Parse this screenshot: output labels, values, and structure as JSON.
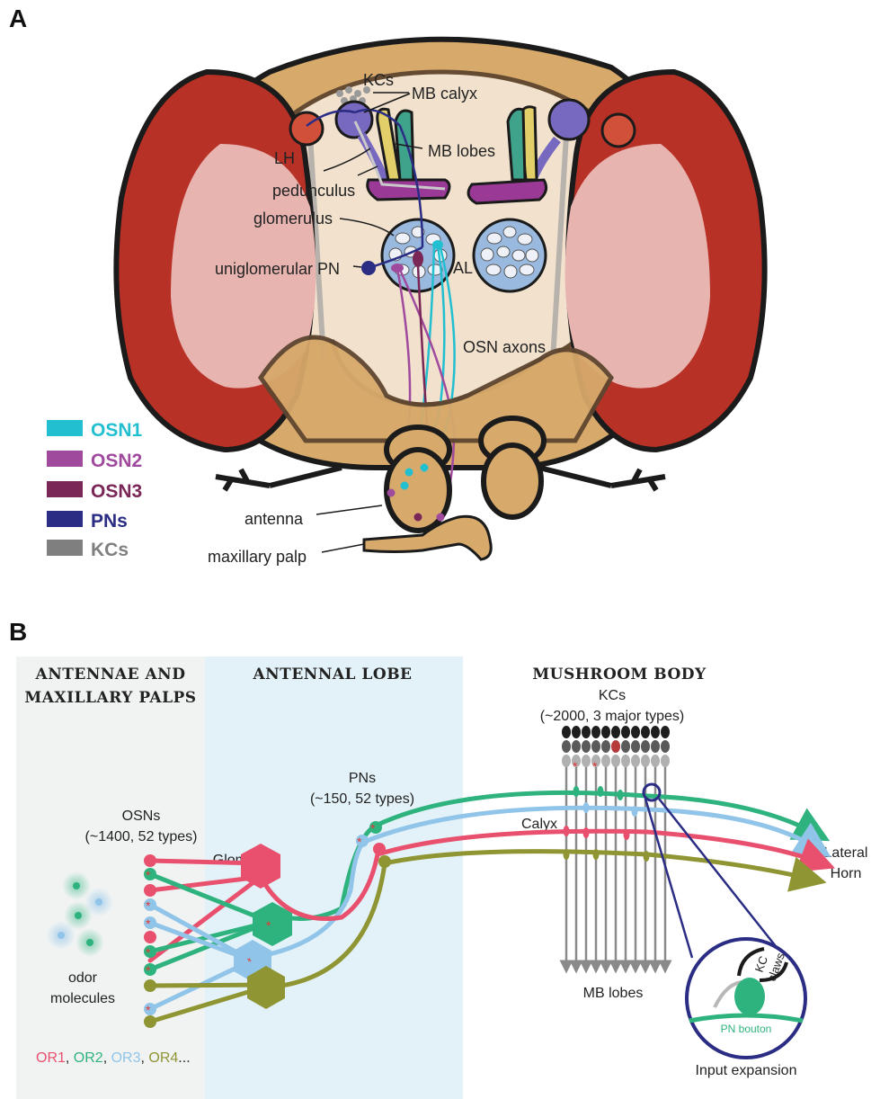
{
  "panel_a": {
    "letter": "A",
    "labels": {
      "kcs": "KCs",
      "mb_calyx": "MB calyx",
      "lh": "LH",
      "mb_lobes": "MB lobes",
      "pedunculus": "pedunculus",
      "glomerulus": "glomerulus",
      "uniglomerular_pn": "uniglomerular PN",
      "al": "AL",
      "osn_axons": "OSN axons",
      "antenna": "antenna",
      "maxillary_palp": "maxillary palp"
    },
    "legend": [
      {
        "label": "OSN1",
        "color": "#22bfd0"
      },
      {
        "label": "OSN2",
        "color": "#a04a9e"
      },
      {
        "label": "OSN3",
        "color": "#7a2656"
      },
      {
        "label": "PNs",
        "color": "#2b2d84"
      },
      {
        "label": "KCs",
        "color": "#7f7f7f"
      }
    ]
  },
  "panel_b": {
    "letter": "B",
    "sections": {
      "antennae_line1": "ANTENNAE AND",
      "antennae_line2": "MAXILLARY PALPS",
      "antennal_lobe": "ANTENNAL LOBE",
      "mushroom_body": "MUSHROOM BODY"
    },
    "labels": {
      "osns": "OSNs",
      "osns_count": "(~1400, 52 types)",
      "glomeruli": "Glomeruli",
      "pns": "PNs",
      "pns_count": "(~150, 52 types)",
      "kcs": "KCs",
      "kcs_count": "(~2000, 3 major types)",
      "calyx": "Calyx",
      "lateral": "Lateral",
      "horn": "Horn",
      "mb_lobes": "MB lobes",
      "odor": "odor",
      "molecules": "molecules",
      "kc_claws_1": "KC",
      "kc_claws_2": "claws",
      "pn_bouton": "PN bouton",
      "input_expansion": "Input expansion",
      "asterisk": "*"
    },
    "receptors": [
      {
        "label": "OR1",
        "sep": ", ",
        "color": "#e8506e"
      },
      {
        "label": "OR2",
        "sep": ", ",
        "color": "#2fb37e"
      },
      {
        "label": "OR3",
        "sep": ", ",
        "color": "#90c4e8"
      },
      {
        "label": "OR4",
        "sep": "...",
        "color": "#8f9533"
      }
    ],
    "colors": {
      "or1": "#e8506e",
      "or2": "#2fb37e",
      "or3": "#90c4e8",
      "or4": "#8f9533",
      "pn_circle": "#2b2d84"
    }
  }
}
